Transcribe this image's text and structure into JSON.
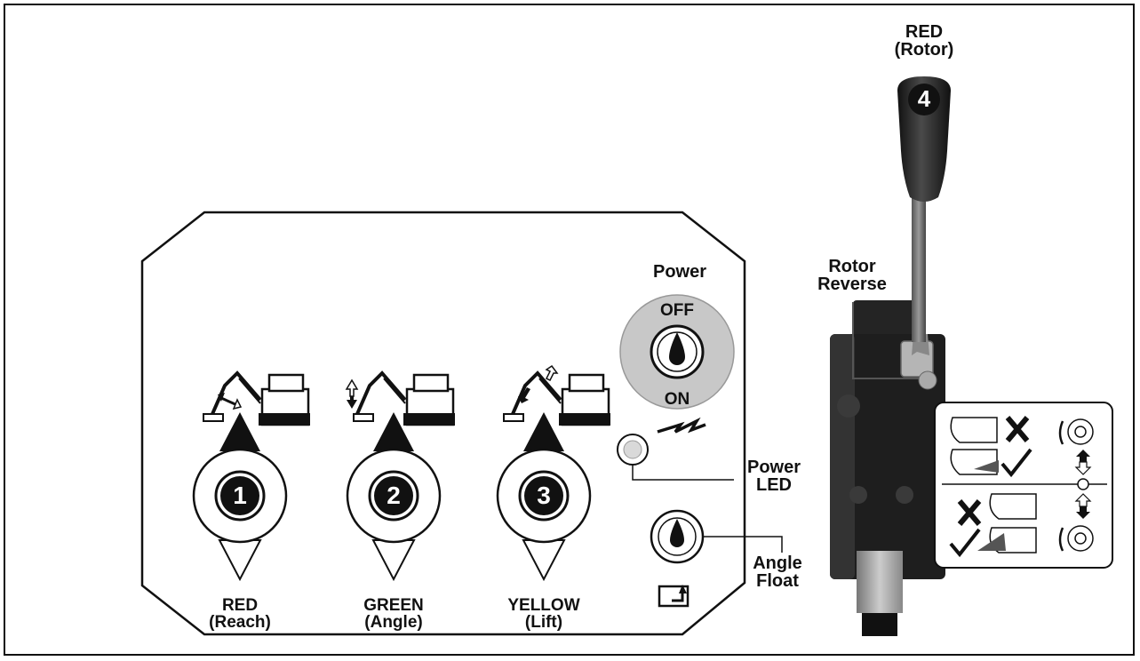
{
  "joystick": {
    "label_line1": "RED",
    "label_line2": "(Rotor)",
    "knob_number": "4"
  },
  "panel": {
    "controls": [
      {
        "number": "1",
        "label_line1": "RED",
        "label_line2": "(Reach)"
      },
      {
        "number": "2",
        "label_line1": "GREEN",
        "label_line2": "(Angle)"
      },
      {
        "number": "3",
        "label_line1": "YELLOW",
        "label_line2": "(Lift)"
      }
    ],
    "power": {
      "title": "Power",
      "off_label": "OFF",
      "on_label": "ON"
    },
    "power_led": {
      "line1": "Power",
      "line2": "LED"
    },
    "angle_float": {
      "line1": "Angle",
      "line2": "Float"
    }
  },
  "rotor_reverse": {
    "line1": "Rotor",
    "line2": "Reverse"
  },
  "colors": {
    "ink": "#111111",
    "panel_fill": "#ffffff",
    "power_disc": "#c8c8c8",
    "joystick_body": "#1e1e1e",
    "led": "#d9d9d9"
  },
  "icons": [
    "reach-machine-icon",
    "angle-machine-icon",
    "lift-machine-icon",
    "lightning-icon",
    "float-icon",
    "rotor-direction-icon"
  ]
}
